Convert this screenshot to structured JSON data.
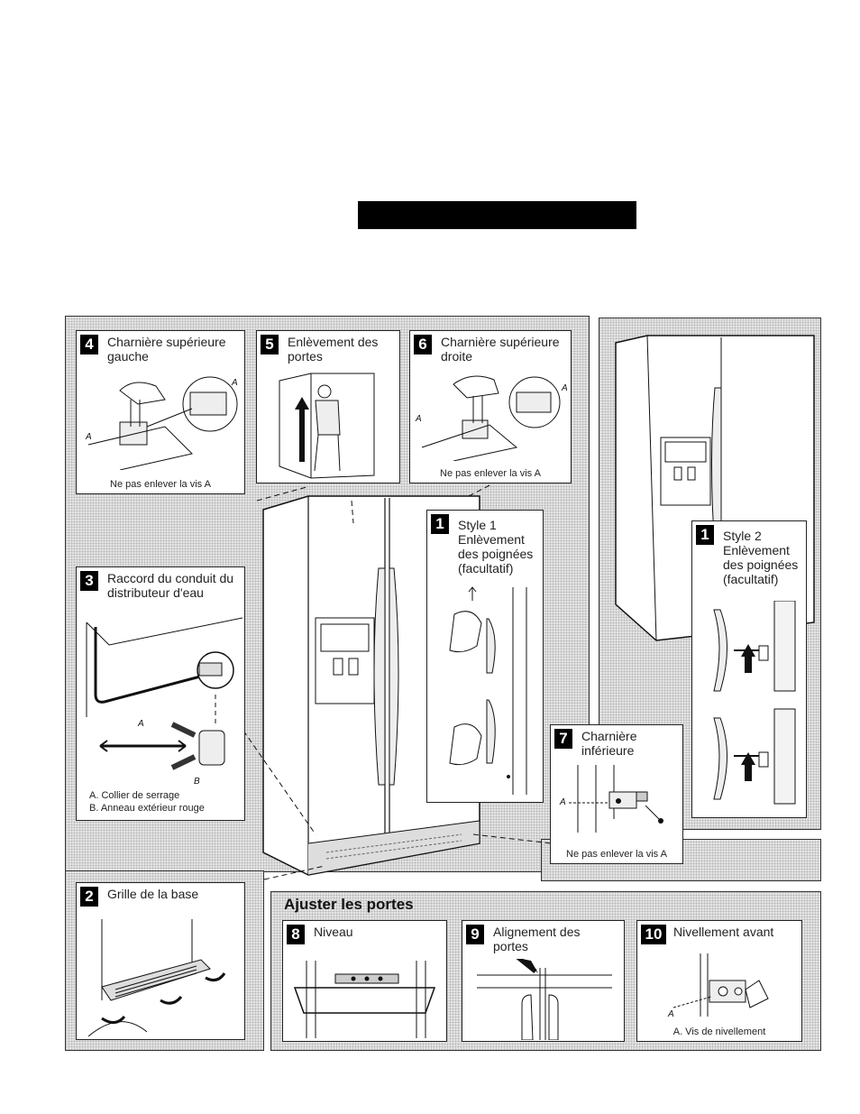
{
  "panels": {
    "p4": {
      "num": "4",
      "title": "Charnière supérieure gauche",
      "note": "Ne pas enlever la vis A",
      "label_a": "A"
    },
    "p5": {
      "num": "5",
      "title": "Enlèvement des portes"
    },
    "p6": {
      "num": "6",
      "title": "Charnière supérieure droite",
      "note": "Ne pas enlever la vis A",
      "label_a": "A"
    },
    "p1a": {
      "num": "1",
      "title_line1": "Style 1",
      "title_rest": "Enlèvement des poignées (facultatif)"
    },
    "p1b": {
      "num": "1",
      "title_line1": "Style 2",
      "title_rest": "Enlèvement des poignées (facultatif)"
    },
    "p3": {
      "num": "3",
      "title": "Raccord du conduit du distributeur d'eau",
      "label_a": "A",
      "label_b": "B",
      "caption_a": "A. Collier de serrage",
      "caption_b": "B. Anneau extérieur rouge"
    },
    "p7": {
      "num": "7",
      "title": "Charnière inférieure",
      "note": "Ne pas enlever la vis A",
      "label_a": "A"
    },
    "p2": {
      "num": "2",
      "title": "Grille de la base"
    },
    "adjust": {
      "heading": "Ajuster les portes"
    },
    "p8": {
      "num": "8",
      "title": "Niveau"
    },
    "p9": {
      "num": "9",
      "title": "Alignement des portes"
    },
    "p10": {
      "num": "10",
      "title": "Nivellement avant",
      "label_a": "A",
      "caption": "A. Vis de nivellement"
    }
  },
  "colors": {
    "ink": "#111111",
    "hatch": "#e4e4e4",
    "bar": "#000000"
  }
}
